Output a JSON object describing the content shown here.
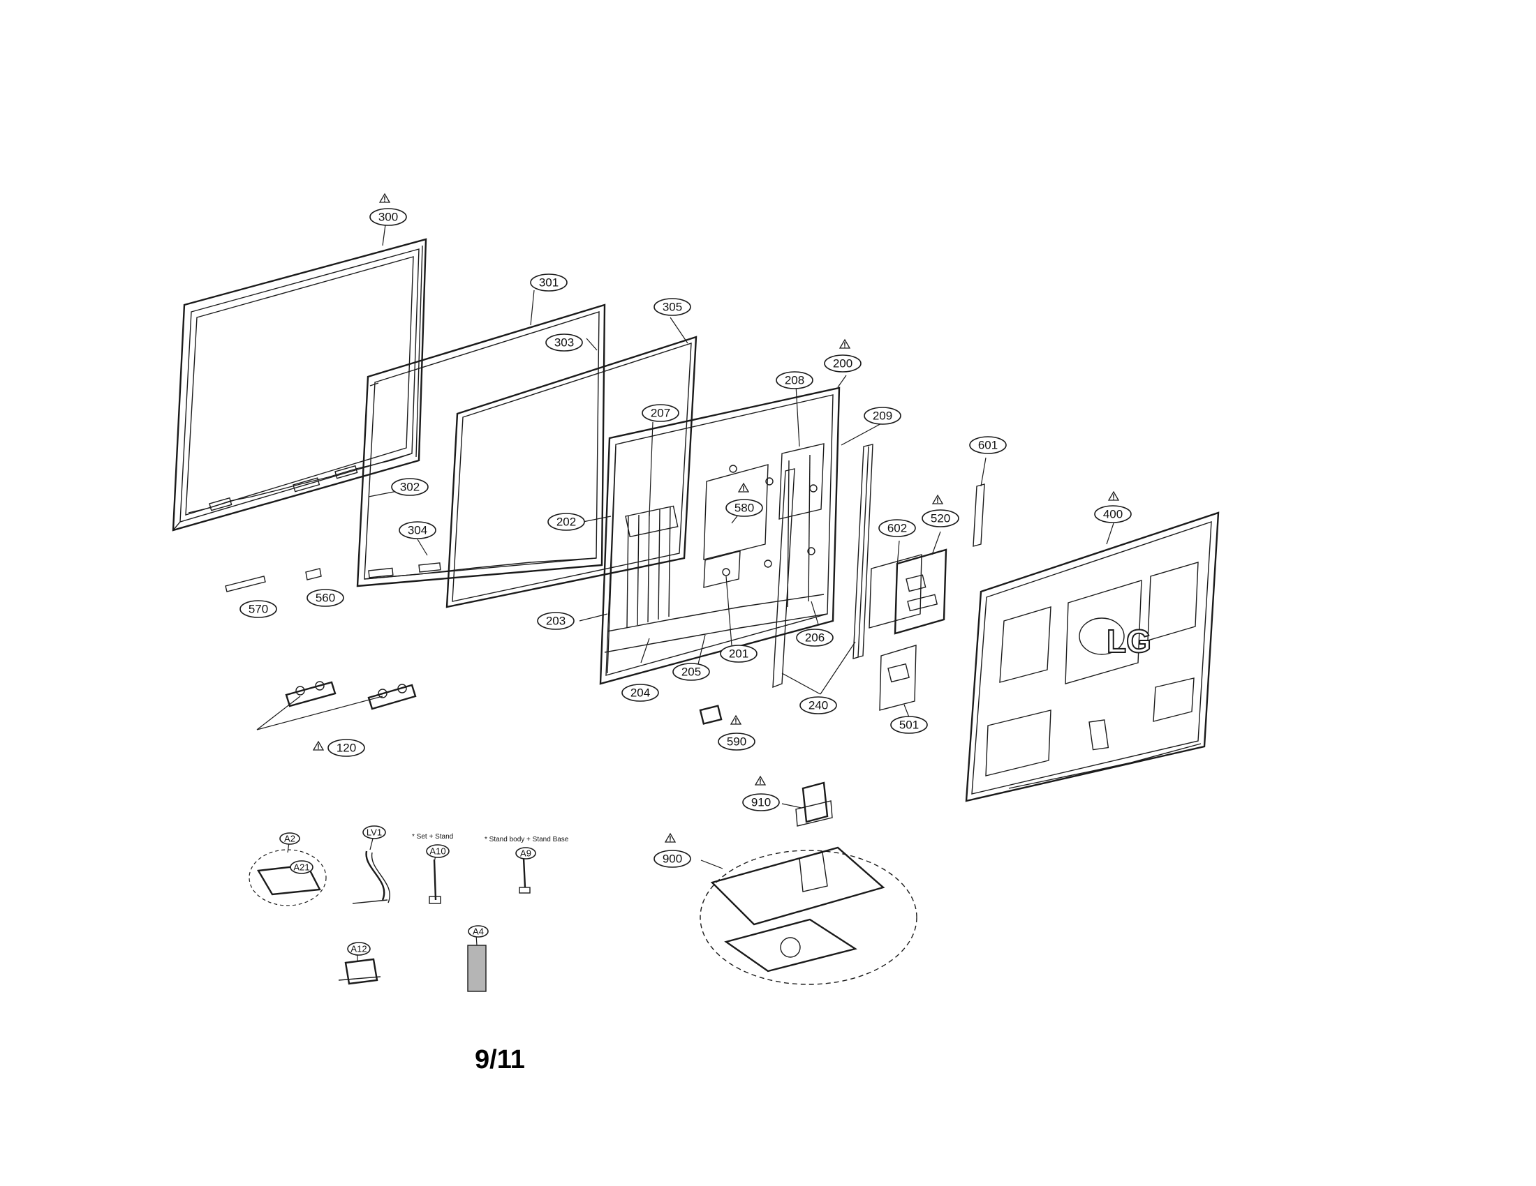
{
  "page": {
    "number": "9/11"
  },
  "warning_symbol": "!",
  "logo": {
    "text": "LG"
  },
  "notes": {
    "set_stand": "* Set + Stand",
    "stand_body": "* Stand body + Stand Base"
  },
  "callouts": {
    "c300": "300",
    "c301": "301",
    "c303": "303",
    "c305": "305",
    "c302": "302",
    "c304": "304",
    "c570": "570",
    "c560": "560",
    "c120": "120",
    "c207": "207",
    "c202": "202",
    "c580": "580",
    "c203": "203",
    "c204": "204",
    "c205": "205",
    "c201": "201",
    "c208": "208",
    "c200": "200",
    "c209": "209",
    "c206": "206",
    "c240": "240",
    "c590": "590",
    "c601": "601",
    "c602": "602",
    "c520": "520",
    "c501": "501",
    "c400": "400",
    "c910": "910",
    "c900": "900",
    "cA2": "A2",
    "cA21": "A21",
    "cLV1": "LV1",
    "cA10": "A10",
    "cA9": "A9",
    "cA12": "A12",
    "cA4": "A4"
  }
}
